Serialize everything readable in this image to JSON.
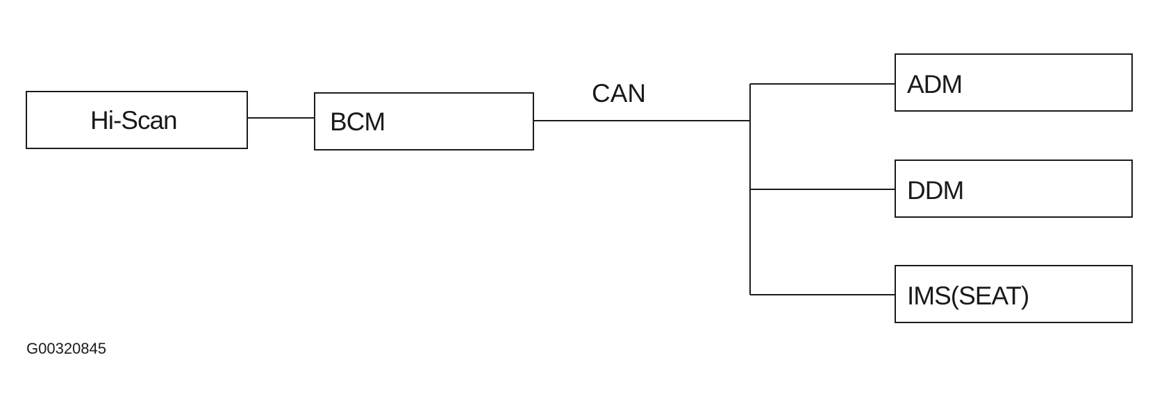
{
  "diagram": {
    "nodes": {
      "hi_scan": "Hi-Scan",
      "bcm": "BCM",
      "adm": "ADM",
      "ddm": "DDM",
      "ims_seat": "IMS(SEAT)"
    },
    "bus_label": "CAN",
    "figure_id": "G00320845",
    "connections": [
      {
        "from": "Hi-Scan",
        "to": "BCM"
      },
      {
        "from": "BCM",
        "to": "ADM",
        "via": "CAN"
      },
      {
        "from": "BCM",
        "to": "DDM",
        "via": "CAN"
      },
      {
        "from": "BCM",
        "to": "IMS(SEAT)",
        "via": "CAN"
      }
    ]
  }
}
